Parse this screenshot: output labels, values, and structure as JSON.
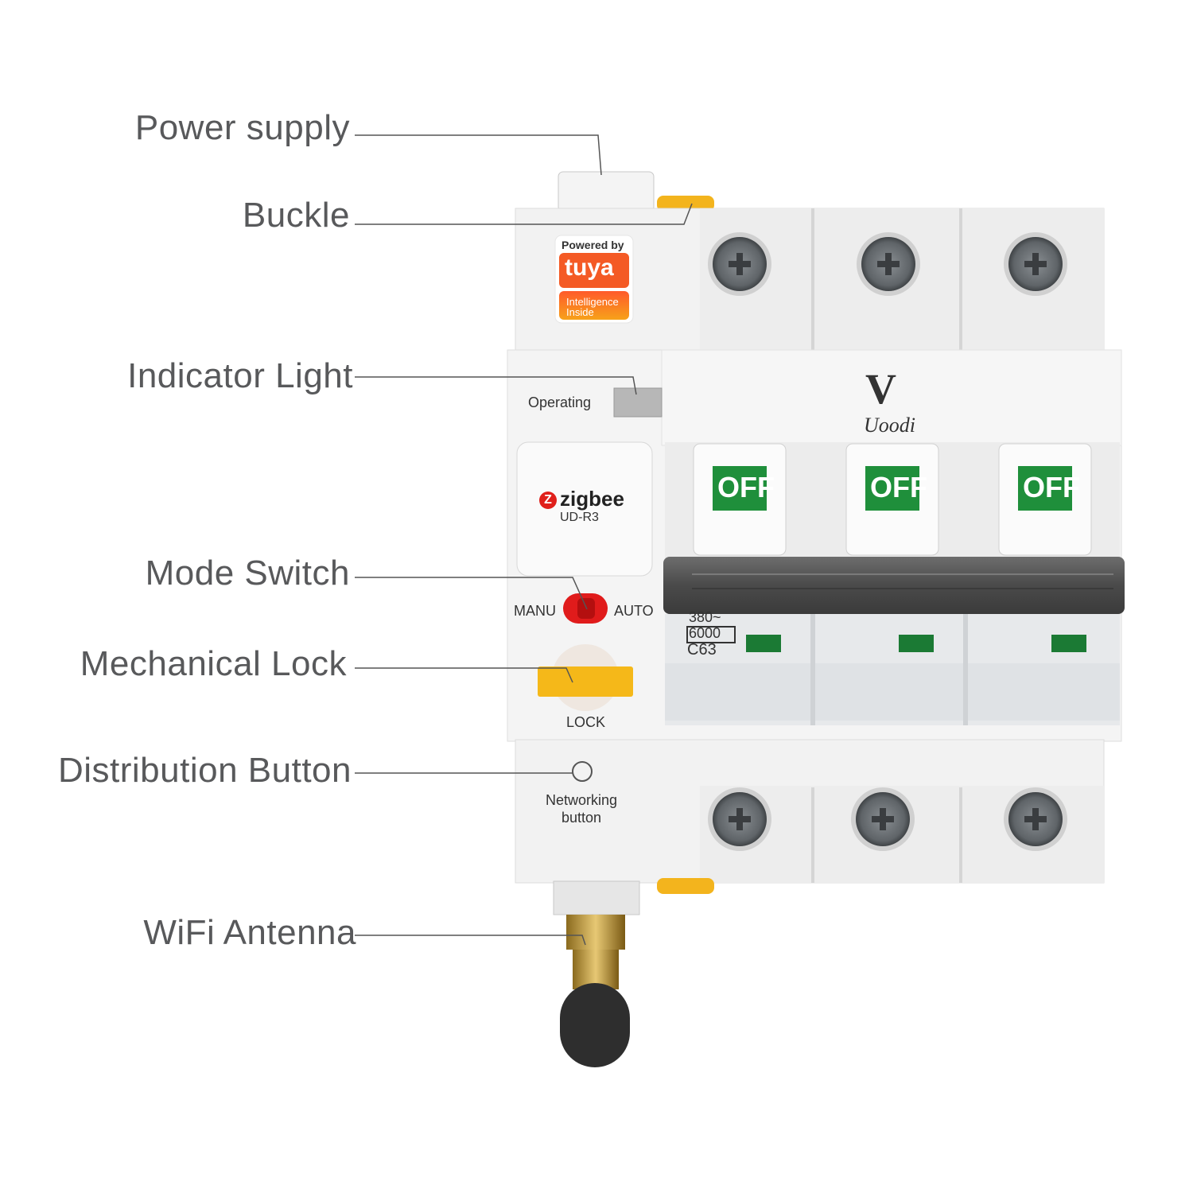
{
  "callouts": {
    "power_supply": "Power supply",
    "buckle": "Buckle",
    "indicator_light": "Indicator Light",
    "mode_switch": "Mode Switch",
    "mechanical_lock": "Mechanical Lock",
    "distribution_button": "Distribution Button",
    "wifi_antenna": "WiFi Antenna"
  },
  "device": {
    "badge": {
      "powered_by": "Powered by",
      "brand": "tuya",
      "line1": "Intelligence",
      "line2": "Inside"
    },
    "operating_label": "Operating",
    "logo_text": "Uoodi",
    "zigbee_label": "zigbee",
    "model": "UD-R3",
    "poles": [
      {
        "state": "OFF"
      },
      {
        "state": "OFF"
      },
      {
        "state": "OFF"
      }
    ],
    "mode_left": "MANU",
    "mode_right": "AUTO",
    "lock_label": "LOCK",
    "network_line1": "Networking",
    "network_line2": "button",
    "rating": {
      "voltage": "380~",
      "breaking": "6000",
      "curve": "C63"
    }
  },
  "colors": {
    "label_gray": "#58595b",
    "body_white": "#f1f1f1",
    "off_green": "#1f8f3b",
    "tuya_orange": "#f05a28",
    "mode_red": "#e01b1b",
    "lock_yellow": "#f5b819",
    "handle_gray": "#555555"
  }
}
